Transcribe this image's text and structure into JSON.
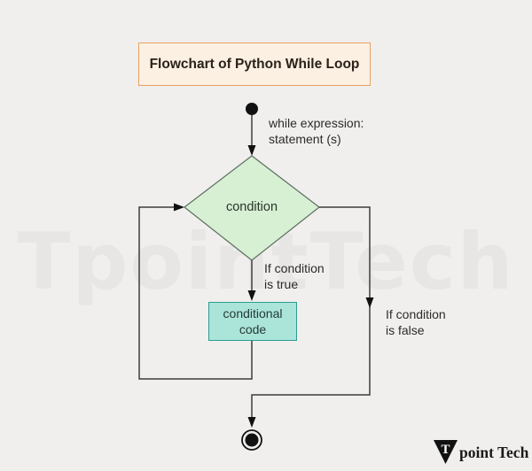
{
  "title": "Flowchart of Python While Loop",
  "watermark": "TpointTech",
  "logo": {
    "initial": "T",
    "wordmark": "point Tech"
  },
  "flowchart": {
    "start_annotation": "while expression:\nstatement (s)",
    "condition_label": "condition",
    "true_branch_label": "If condition\nis true",
    "false_branch_label": "If condition\nis false",
    "process_label": "conditional\ncode"
  },
  "colors": {
    "background": "#f0efed",
    "title_fill": "#fcf0e3",
    "title_border": "#e8a160",
    "diamond_fill": "#d7efd3",
    "diamond_border": "#5c6e60",
    "process_fill": "#abe4d9",
    "process_border": "#2d9c92",
    "line": "#3d3d3d",
    "node": "#111111"
  }
}
